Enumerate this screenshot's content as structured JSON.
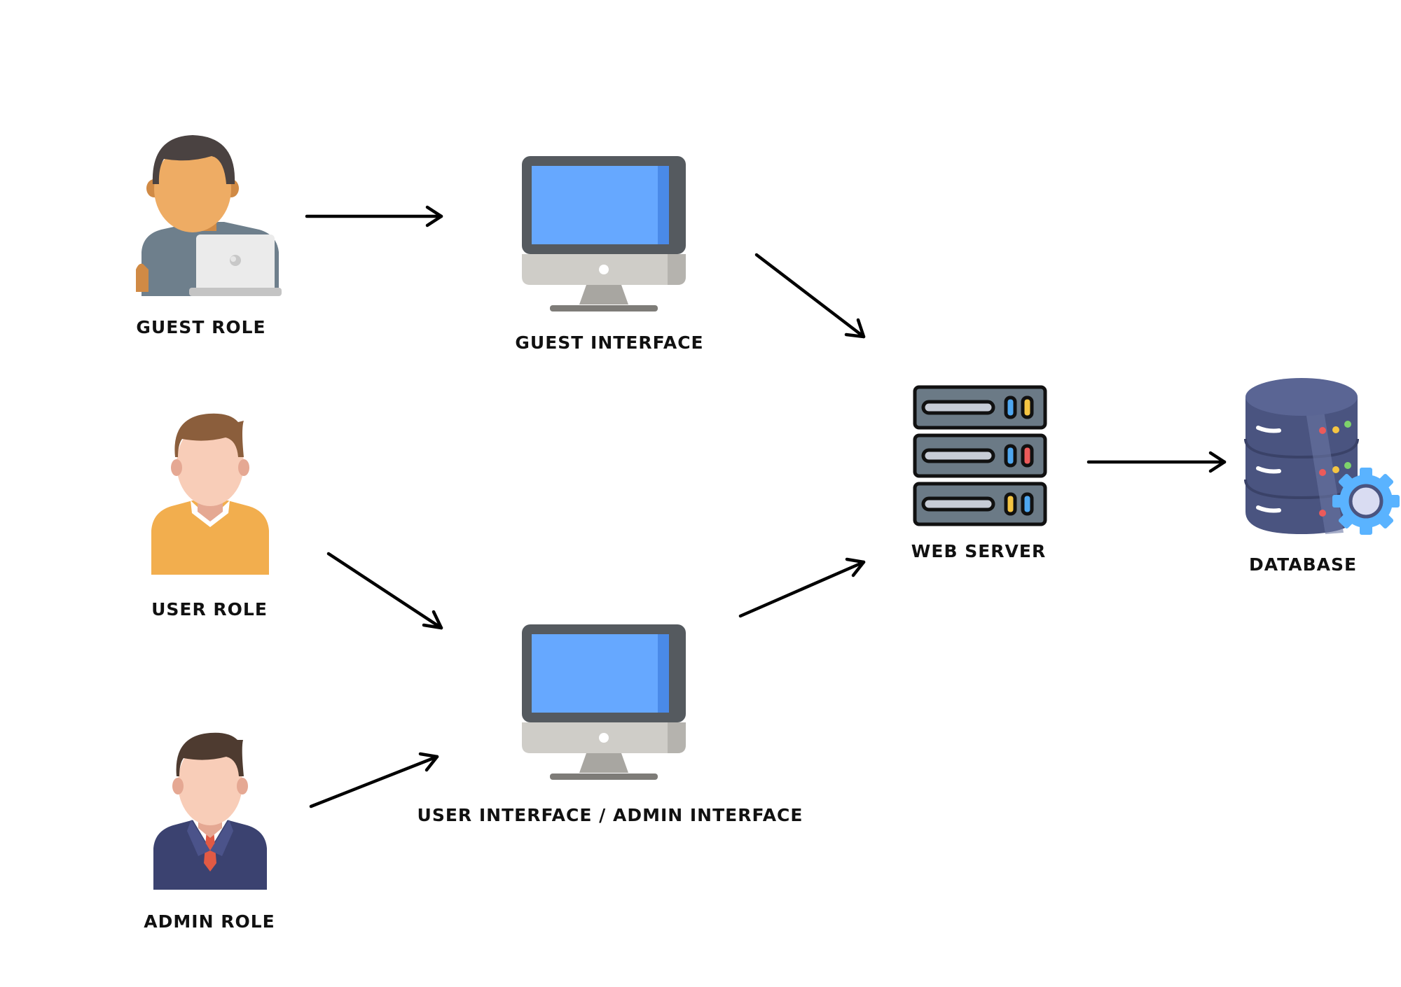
{
  "nodes": {
    "guest_role": {
      "label": "GUEST ROLE",
      "icon": "person-with-laptop-icon"
    },
    "user_role": {
      "label": "USER ROLE",
      "icon": "person-user-icon"
    },
    "admin_role": {
      "label": "ADMIN ROLE",
      "icon": "person-admin-icon"
    },
    "guest_interface": {
      "label": "GUEST INTERFACE",
      "icon": "monitor-icon"
    },
    "user_admin_interface": {
      "label": "USER INTERFACE / ADMIN INTERFACE",
      "icon": "monitor-icon"
    },
    "web_server": {
      "label": "WEB SERVER",
      "icon": "server-rack-icon"
    },
    "database": {
      "label": "DATABASE",
      "icon": "database-gear-icon"
    }
  },
  "edges": [
    {
      "from": "guest_role",
      "to": "guest_interface"
    },
    {
      "from": "user_role",
      "to": "user_admin_interface"
    },
    {
      "from": "admin_role",
      "to": "user_admin_interface"
    },
    {
      "from": "guest_interface",
      "to": "web_server"
    },
    {
      "from": "user_admin_interface",
      "to": "web_server"
    },
    {
      "from": "web_server",
      "to": "database"
    }
  ],
  "colors": {
    "screen": "#66a8ff",
    "monitor_frame": "#555a5f",
    "monitor_base": "#cfcdc8",
    "server_body": "#6b7a86",
    "database_body": "#4a5480",
    "gear": "#5ab3ff",
    "arrow": "#000000"
  }
}
